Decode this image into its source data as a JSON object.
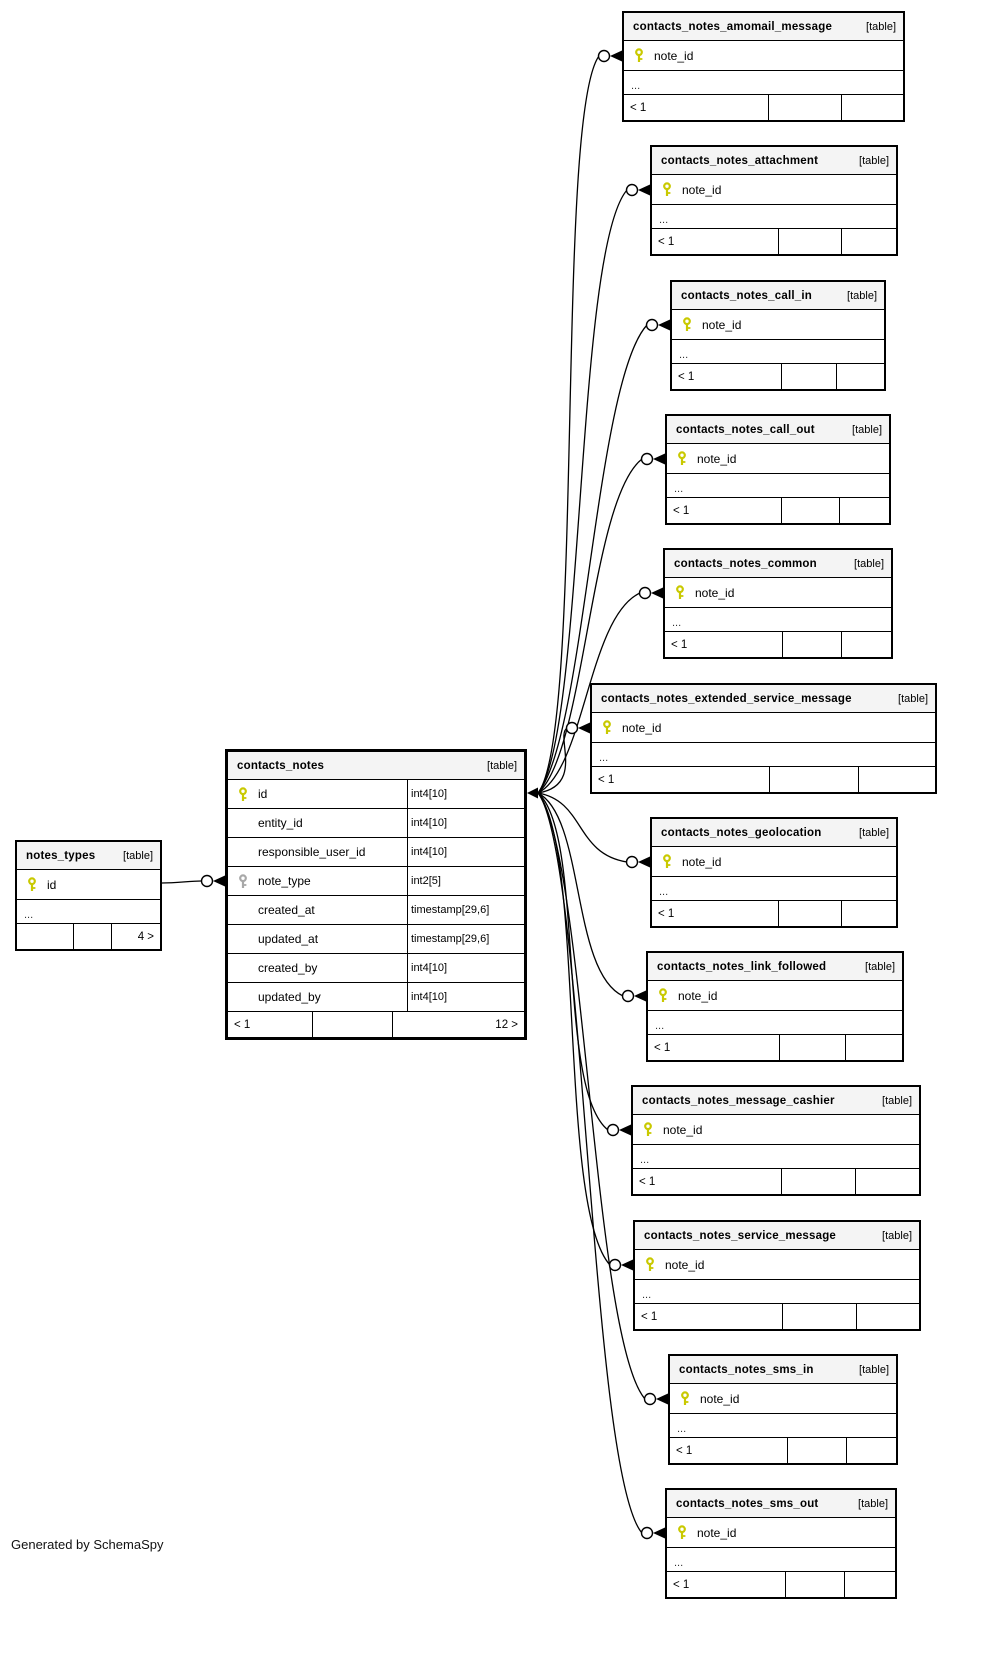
{
  "diagram": {
    "generated_by": "Generated by SchemaSpy",
    "icons": {
      "primary_key": "yellow-key-icon",
      "foreign_key": "gray-key-icon"
    },
    "colors": {
      "pk_key": "#c9c900",
      "fk_key": "#a8a8a8",
      "header_bg": "#f4f4f4",
      "border": "#000000"
    },
    "notes_types": {
      "name": "notes_types",
      "tag": "[table]",
      "rows": [
        {
          "name": "id",
          "key": "pk"
        }
      ],
      "ellipsis": "...",
      "footer_left": "",
      "footer_right": "4 >"
    },
    "contacts_notes": {
      "name": "contacts_notes",
      "tag": "[table]",
      "rows": [
        {
          "name": "id",
          "type": "int4[10]",
          "key": "pk"
        },
        {
          "name": "entity_id",
          "type": "int4[10]",
          "key": ""
        },
        {
          "name": "responsible_user_id",
          "type": "int4[10]",
          "key": ""
        },
        {
          "name": "note_type",
          "type": "int2[5]",
          "key": "fk"
        },
        {
          "name": "created_at",
          "type": "timestamp[29,6]",
          "key": ""
        },
        {
          "name": "updated_at",
          "type": "timestamp[29,6]",
          "key": ""
        },
        {
          "name": "created_by",
          "type": "int4[10]",
          "key": ""
        },
        {
          "name": "updated_by",
          "type": "int4[10]",
          "key": ""
        }
      ],
      "footer_left": "< 1",
      "footer_right": "12 >"
    },
    "child_common": {
      "tag": "[table]",
      "column": "note_id",
      "column_key": "pk",
      "ellipsis": "...",
      "footer_left": "< 1"
    },
    "children": [
      "contacts_notes_amomail_message",
      "contacts_notes_attachment",
      "contacts_notes_call_in",
      "contacts_notes_call_out",
      "contacts_notes_common",
      "contacts_notes_extended_service_message",
      "contacts_notes_geolocation",
      "contacts_notes_link_followed",
      "contacts_notes_message_cashier",
      "contacts_notes_service_message",
      "contacts_notes_sms_in",
      "contacts_notes_sms_out"
    ]
  }
}
